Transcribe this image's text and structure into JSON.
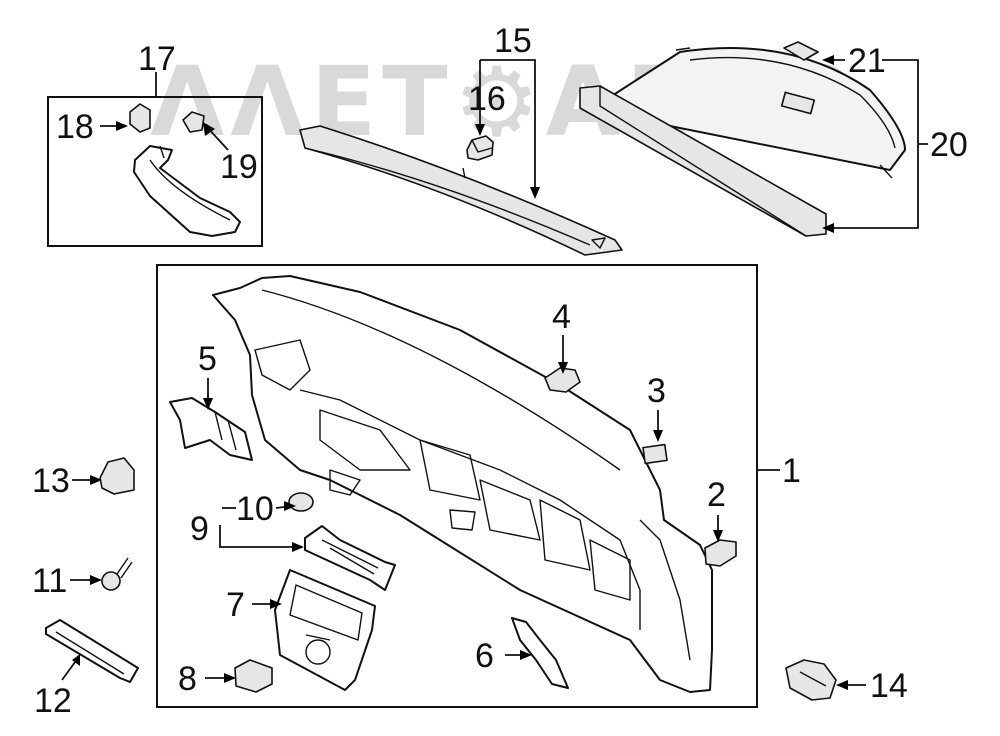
{
  "watermark": "ΛΛΕΤ⚙ΑΒΤΟ",
  "callouts": {
    "c1": "1",
    "c2": "2",
    "c3": "3",
    "c4": "4",
    "c5": "5",
    "c6": "6",
    "c7": "7",
    "c8": "8",
    "c9": "9",
    "c10": "10",
    "c11": "11",
    "c12": "12",
    "c13": "13",
    "c14": "14",
    "c15": "15",
    "c16": "16",
    "c17": "17",
    "c18": "18",
    "c19": "19",
    "c20": "20",
    "c21": "21"
  }
}
